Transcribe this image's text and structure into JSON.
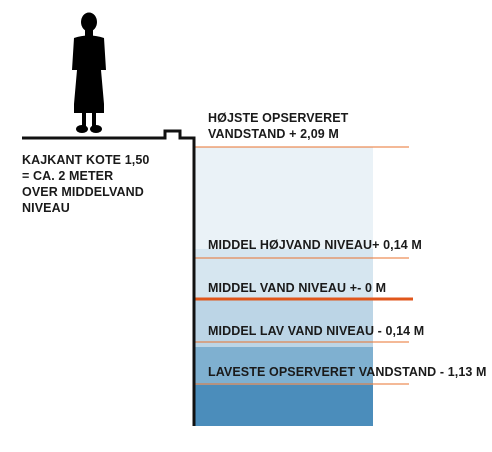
{
  "quay_label": "KAJKANT KOTE 1,50\n= CA. 2 METER\nOVER MIDDELVAND\nNIVEAU",
  "water_levels": [
    {
      "label": "HØJSTE OPSERVERET\nVANDSTAND + 2,09 M",
      "value_m": 2.09,
      "line_color": "#e8732f",
      "emphasis": false
    },
    {
      "label": "MIDDEL HØJVAND NIVEAU+ 0,14 M",
      "value_m": 0.14,
      "line_color": "#e8732f",
      "emphasis": false
    },
    {
      "label": "MIDDEL VAND NIVEAU +- 0 M",
      "value_m": 0,
      "line_color": "#e0561b",
      "emphasis": true
    },
    {
      "label": "MIDDEL LAV VAND NIVEAU - 0,14 M",
      "value_m": -0.14,
      "line_color": "#e8732f",
      "emphasis": false
    },
    {
      "label": "LAVESTE OPSERVERET VANDSTAND - 1,13 M",
      "value_m": -1.13,
      "line_color": "#e8732f",
      "emphasis": false
    }
  ],
  "colors": {
    "water_top": "#eaf2f7",
    "water_upper": "#d6e6f0",
    "water_mid": "#bcd5e6",
    "water_low": "#7fb0d0",
    "water_deep": "#4b8dbb",
    "structure": "#111111",
    "person": "#000000"
  },
  "icons": {
    "person": "standing-woman-silhouette"
  }
}
